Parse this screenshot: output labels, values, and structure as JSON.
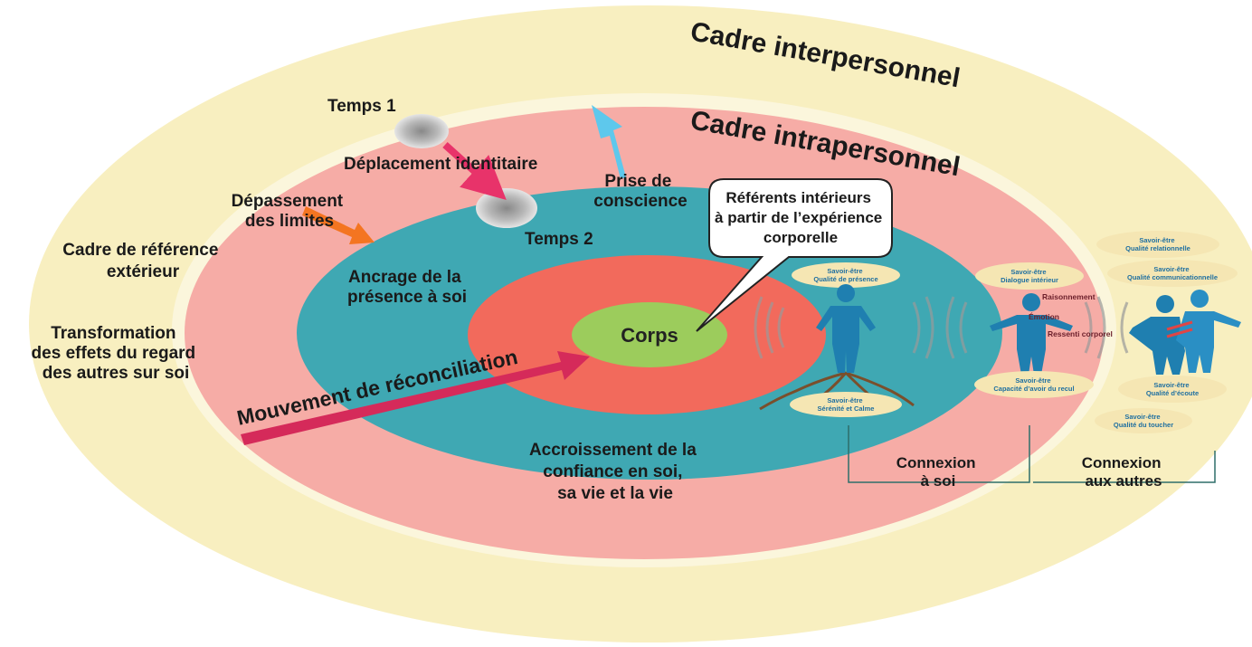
{
  "frames": {
    "interpersonnel": "Cadre interpersonnel",
    "intrapersonnel": "Cadre intrapersonnel"
  },
  "left": {
    "cadre_reference": [
      "Cadre de référence",
      "extérieur"
    ],
    "transformation": [
      "Transformation",
      "des effets du regard",
      "des autres sur soi"
    ]
  },
  "temps1": "Temps 1",
  "temps2": "Temps 2",
  "deplacement": "Déplacement identitaire",
  "depassement": [
    "Dépassement",
    "des limites"
  ],
  "prise": [
    "Prise de",
    "conscience"
  ],
  "ancrage": [
    "Ancrage de la",
    "présence à soi"
  ],
  "corps": "Corps",
  "mouvement": "Mouvement de réconciliation",
  "accroissement": [
    "Accroissement de la",
    "confiance en soi,",
    "sa vie et la vie"
  ],
  "bubble": [
    "Référents intérieurs",
    "à partir de l’expérience",
    "corporelle"
  ],
  "figure1": {
    "top": [
      "Savoir-être",
      "Qualité de présence"
    ],
    "bottom": [
      "Savoir-être",
      "Sérénité et Calme"
    ]
  },
  "figure2": {
    "top": [
      "Savoir-être",
      "Dialogue intérieur"
    ],
    "bottom": [
      "Savoir-être",
      "Capacité d’avoir du recul"
    ],
    "raisonnement": "Raisonnement",
    "emotion": "Émotion",
    "ressenti": "Ressenti corporel"
  },
  "figure3": {
    "labels": [
      [
        "Savoir-être",
        "Qualité relationnelle"
      ],
      [
        "Savoir-être",
        "Qualité communicationnelle"
      ],
      [
        "Savoir-être",
        "Qualité d’écoute"
      ],
      [
        "Savoir-être",
        "Qualité du toucher"
      ]
    ]
  },
  "connexion_soi": [
    "Connexion",
    "à soi"
  ],
  "connexion_autres": [
    "Connexion",
    "aux autres"
  ],
  "colors": {
    "outer": "#f8efc0",
    "intra": "#f6aca6",
    "teal": "#3fa8b3",
    "red": "#f26a5c",
    "green": "#9ccc5c",
    "figure": "#1f7fb0",
    "arrow_red": "#e8336a",
    "arrow_orange": "#f47521",
    "arrow_blue": "#5ec8ec"
  }
}
